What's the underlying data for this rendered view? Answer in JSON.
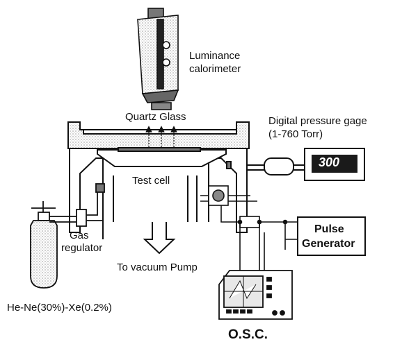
{
  "labels": {
    "luminance_line1": "Luminance",
    "luminance_line2": "calorimeter",
    "quartz_glass": "Quartz Glass",
    "pressure_line1": "Digital pressure gage",
    "pressure_line2": "(1-760 Torr)",
    "gauge_reading": "300",
    "test_cell": "Test cell",
    "gas_line1": "Gas",
    "gas_line2": "regulator",
    "pulse_line1": "Pulse",
    "pulse_line2": "Generator",
    "vacuum": "To vacuum Pump",
    "gas_mix": "He-Ne(30%)-Xe(0.2%)",
    "osc": "O.S.C."
  },
  "colors": {
    "ink": "#111111",
    "gauge_display": "#1a1a1a",
    "hatch": "#9a9a9a"
  }
}
